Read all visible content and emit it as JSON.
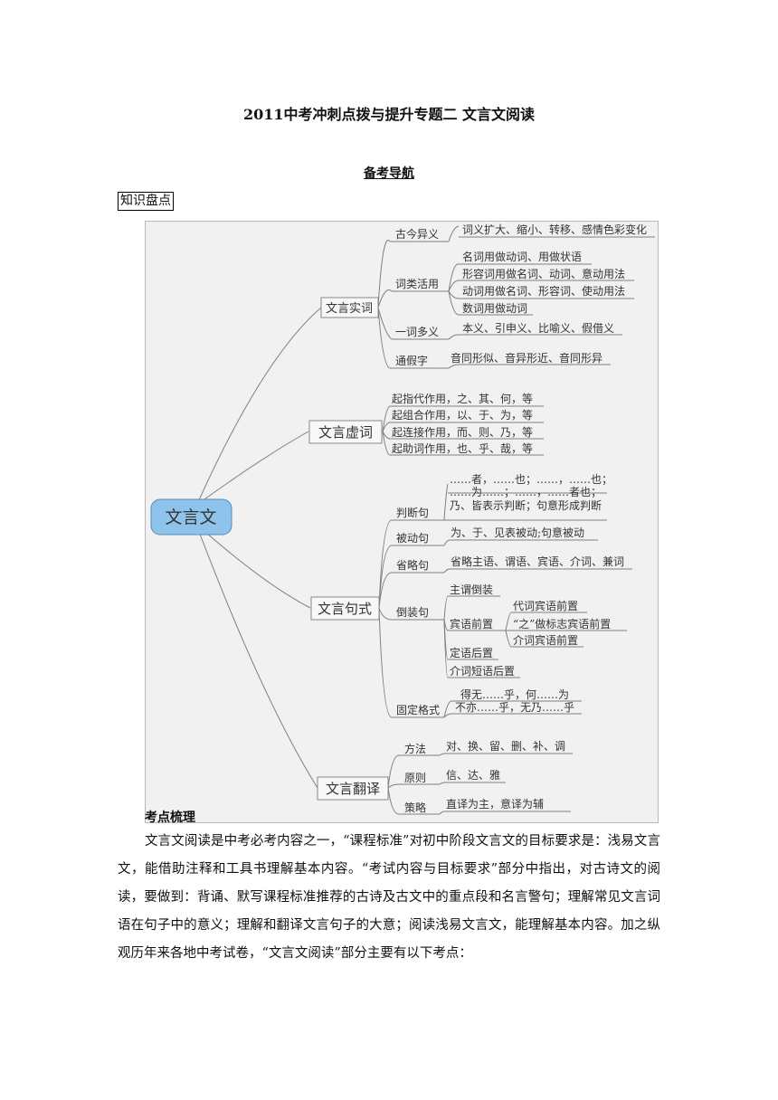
{
  "doc": {
    "title": "2011中考冲刺点拨与提升专题二  文言文阅读",
    "section_nav": "备考导航",
    "subsection_knowledge": "知识盘点",
    "subsection_points": "考点梳理",
    "paragraph": "文言文阅读是中考必考内容之一，“课程标准”对初中阶段文言文的目标要求是：浅易文言文，能借助注释和工具书理解基本内容。“考试内容与目标要求”部分中指出，对古诗文的阅读，要做到：背诵、默写课程标准推荐的古诗及古文中的重点段和名言警句；理解常见文言词语在句子中的意义；理解和翻译文言句子的大意；阅读浅易文言文，能理解基本内容。加之纵观历年来各地中考试卷，“文言文阅读”部分主要有以下考点："
  },
  "mindmap": {
    "root": "文言文",
    "branches": [
      {
        "label": "文言实词",
        "children": [
          {
            "label": "古今异义",
            "leaves": [
              "词义扩大、缩小、转移、感情色彩变化"
            ]
          },
          {
            "label": "词类活用",
            "leaves": [
              "名词用做动词、用做状语",
              "形容词用做名词、动词、意动用法",
              "动词用做名词、形容词、使动用法",
              "数词用做动词"
            ]
          },
          {
            "label": "一词多义",
            "leaves": [
              "本义、引申义、比喻义、假借义"
            ]
          },
          {
            "label": "通假字",
            "leaves": [
              "音同形似、音异形近、音同形异"
            ]
          }
        ]
      },
      {
        "label": "文言虚词",
        "leaves": [
          "起指代作用，之、其、何，等",
          "起组合作用，以、于、为，等",
          "起连接作用，而、则、乃，等",
          "起助词作用，也、乎、哉，等"
        ]
      },
      {
        "label": "文言句式",
        "children": [
          {
            "label": "判断句",
            "leaves": [
              "……者，……也；……，……也；",
              "……为……；……，……者也；",
              "乃、皆表示判断；句意形成判断"
            ]
          },
          {
            "label": "被动句",
            "leaves": [
              "为、于、见表被动;句意被动"
            ]
          },
          {
            "label": "省略句",
            "leaves": [
              "省略主语、谓语、宾语、介词、兼词"
            ]
          },
          {
            "label": "倒装句",
            "subs": [
              {
                "label": "主谓倒装"
              },
              {
                "label": "宾语前置",
                "leaves": [
                  "代词宾语前置",
                  "“之”做标志宾语前置",
                  "介词宾语前置"
                ]
              },
              {
                "label": "定语后置"
              },
              {
                "label": "介词短语后置"
              }
            ]
          },
          {
            "label": "固定格式",
            "leaves": [
              "得无……乎，何……为",
              "不亦……乎，无乃……乎"
            ]
          }
        ]
      },
      {
        "label": "文言翻译",
        "children": [
          {
            "label": "方法",
            "leaves": [
              "对、换、留、删、补、调"
            ]
          },
          {
            "label": "原则",
            "leaves": [
              "信、达、雅"
            ]
          },
          {
            "label": "策略",
            "leaves": [
              "直译为主，意译为辅"
            ]
          }
        ]
      }
    ]
  }
}
